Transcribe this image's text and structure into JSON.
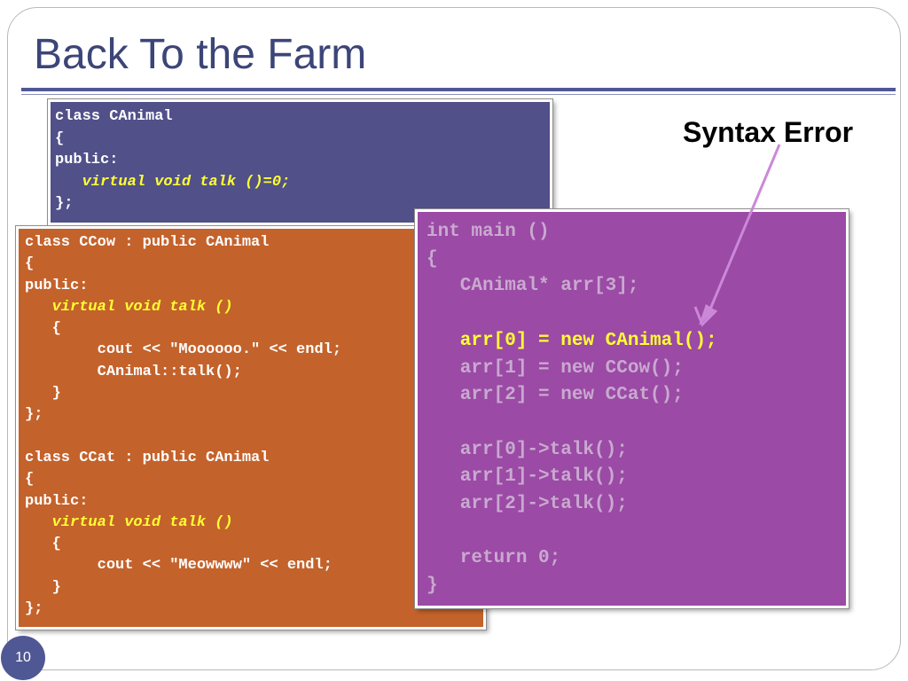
{
  "slide": {
    "title": "Back To the Farm",
    "page_number": "10",
    "callout": "Syntax Error"
  },
  "animal_box": {
    "lines": [
      "class CAnimal",
      "{",
      "public:",
      "   virtual void talk ()=0;",
      "};"
    ]
  },
  "cow_cat_box": {
    "lines": [
      "class CCow : public CAnimal",
      "{",
      "public:",
      "   virtual void talk ()",
      "   {",
      "        cout << \"Moooooo.\" << endl;",
      "        CAnimal::talk();",
      "   }",
      "};",
      "",
      "class CCat : public CAnimal",
      "{",
      "public:",
      "   virtual void talk ()",
      "   {",
      "        cout << \"Meowwww\" << endl;",
      "   }",
      "};"
    ]
  },
  "main_box": {
    "lines": [
      "int main ()",
      "{",
      "   CAnimal* arr[3];",
      "",
      "   arr[0] = new CAnimal();",
      "   arr[1] = new CCow();",
      "   arr[2] = new CCat();",
      "",
      "   arr[0]->talk();",
      "   arr[1]->talk();",
      "   arr[2]->talk();",
      "",
      "   return 0;",
      "}"
    ]
  },
  "colors": {
    "animal_box": "#515089",
    "cow_cat_box": "#c4622b",
    "main_box": "#9b4aa5",
    "highlight": "#ffff33",
    "arrow": "#cc88d8",
    "accent": "#4f5794"
  }
}
